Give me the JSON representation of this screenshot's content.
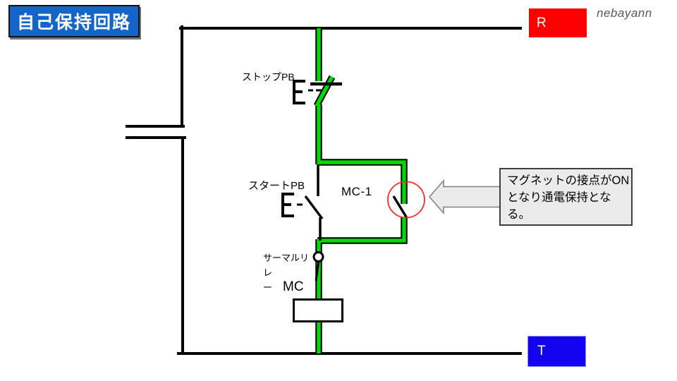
{
  "title": {
    "label": "自己保持回路"
  },
  "watermark": "nebayann",
  "terminals": {
    "r_label": "R",
    "t_label": "T"
  },
  "labels": {
    "stop_pb": "ストップPB",
    "start_pb": "スタートPB",
    "mc1": "MC-1",
    "thermal_relay_line1": "サーマルリレ",
    "thermal_relay_line2": "ー",
    "mc_coil": "MC"
  },
  "callout": {
    "lines": [
      "マグネットの接点がON",
      "となり通電保持とな",
      "る。"
    ]
  },
  "colors": {
    "energized": "#00D900",
    "terminal_r": "#FF0000",
    "terminal_t": "#1203F0",
    "title_bg": "#1565C8",
    "highlight": "#FF2A26"
  }
}
